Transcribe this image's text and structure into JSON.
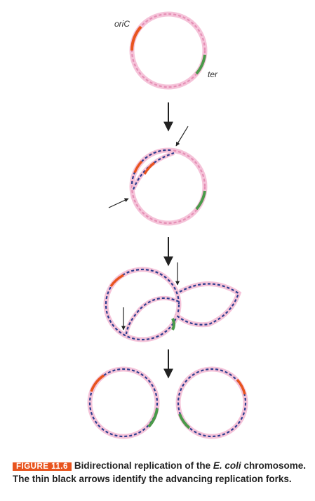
{
  "labels": {
    "origin": "oriC",
    "terminus": "ter"
  },
  "caption": {
    "tag": "FIGURE 11.6",
    "text_a": "Bidirectional replication of the ",
    "organism": "E. coli",
    "text_b": " chromosome. The thin black arrows identify the advancing replication forks."
  },
  "colors": {
    "parent_strand": "#e58fb5",
    "parent_strand_light": "#f5c3d9",
    "new_strand": "#2d3e8f",
    "origin_region": "#e8541e",
    "terminus_region": "#4a9a4a",
    "arrow": "#222222",
    "caption_tag_bg": "#e8541e"
  }
}
